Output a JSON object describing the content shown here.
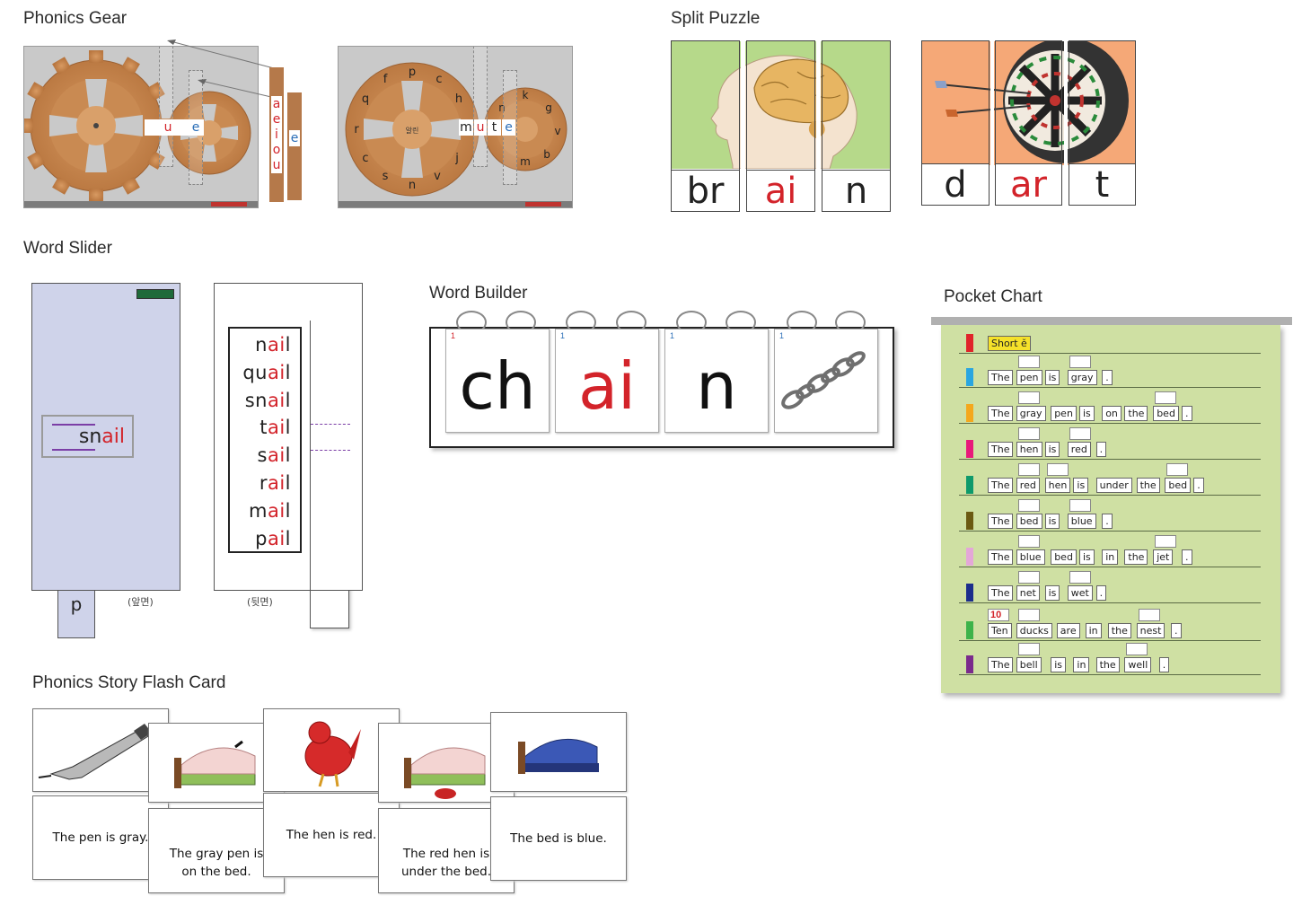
{
  "sections": {
    "phonics_gear": "Phonics Gear",
    "split_puzzle": "Split Puzzle",
    "word_slider": "Word Slider",
    "word_builder": "Word Builder",
    "pocket_chart": "Pocket Chart",
    "flash_card": "Phonics Story Flash Card"
  },
  "phonics_gear": {
    "left_tiles": [
      "u",
      "e"
    ],
    "vowel_strip": [
      "a",
      "e",
      "i",
      "o",
      "u"
    ],
    "side_tile": "e",
    "right_word": [
      "m",
      "u",
      "t",
      "e"
    ],
    "center_label": "알린"
  },
  "split_puzzle": {
    "brain": [
      {
        "text": "br",
        "color": "black"
      },
      {
        "text": "ai",
        "color": "red"
      },
      {
        "text": "n",
        "color": "black"
      }
    ],
    "dart": [
      {
        "text": "d",
        "color": "black"
      },
      {
        "text": "ar",
        "color": "red"
      },
      {
        "text": "t",
        "color": "black"
      }
    ]
  },
  "word_slider": {
    "front_word_prefix": "sn",
    "front_word_suffix": "ail",
    "tab_letter": "p",
    "front_caption": "(앞면)",
    "back_caption": "(뒷면)",
    "words": [
      {
        "pre": "n",
        "vow": "ai",
        "post": "l"
      },
      {
        "pre": "qu",
        "vow": "ai",
        "post": "l"
      },
      {
        "pre": "sn",
        "vow": "ai",
        "post": "l"
      },
      {
        "pre": "t",
        "vow": "ai",
        "post": "l"
      },
      {
        "pre": "s",
        "vow": "ai",
        "post": "l"
      },
      {
        "pre": "r",
        "vow": "ai",
        "post": "l"
      },
      {
        "pre": "m",
        "vow": "ai",
        "post": "l"
      },
      {
        "pre": "p",
        "vow": "ai",
        "post": "l"
      }
    ]
  },
  "word_builder": {
    "cards": [
      {
        "num": "1",
        "text": "ch",
        "color": "#111111"
      },
      {
        "num": "1",
        "text": "ai",
        "color": "#d3232a"
      },
      {
        "num": "1",
        "text": "n",
        "color": "#111111"
      },
      {
        "num": "1",
        "text": "",
        "color": "#111111"
      }
    ]
  },
  "pocket_chart": {
    "header": "Short ĕ",
    "rows": [
      {
        "color": "#2aa6e0",
        "words": [
          "The",
          "pen",
          "is",
          "gray",
          "."
        ]
      },
      {
        "color": "#f4a81d",
        "words": [
          "The",
          "gray",
          "pen",
          "is",
          "on",
          "the",
          "bed",
          "."
        ]
      },
      {
        "color": "#e8197a",
        "words": [
          "The",
          "hen",
          "is",
          "red",
          "."
        ]
      },
      {
        "color": "#0e9a6b",
        "words": [
          "The",
          "red",
          "hen",
          "is",
          "under",
          "the",
          "bed",
          "."
        ]
      },
      {
        "color": "#6b5a12",
        "words": [
          "The",
          "bed",
          "is",
          "blue",
          "."
        ]
      },
      {
        "color": "#e4a7d8",
        "words": [
          "The",
          "blue",
          "bed",
          "is",
          "in",
          "the",
          "jet",
          "."
        ]
      },
      {
        "color": "#1b2d8c",
        "words": [
          "The",
          "net",
          "is",
          "wet",
          "."
        ]
      },
      {
        "color": "#3db34a",
        "words": [
          "Ten",
          "ducks",
          "are",
          "in",
          "the",
          "nest",
          "."
        ]
      },
      {
        "color": "#7a2a8c",
        "words": [
          "The",
          "bell",
          "is",
          "in",
          "the",
          "well",
          "."
        ]
      }
    ],
    "ten_number": "10",
    "header_tab_color": "#e0242a"
  },
  "flash_cards": [
    {
      "line1": "The pen is gray.",
      "line2": ""
    },
    {
      "line1": "The gray pen is",
      "line2": "on the bed."
    },
    {
      "line1": "The hen is red.",
      "line2": ""
    },
    {
      "line1": "The red hen is",
      "line2": "under the bed."
    },
    {
      "line1": "The bed is blue.",
      "line2": ""
    }
  ]
}
